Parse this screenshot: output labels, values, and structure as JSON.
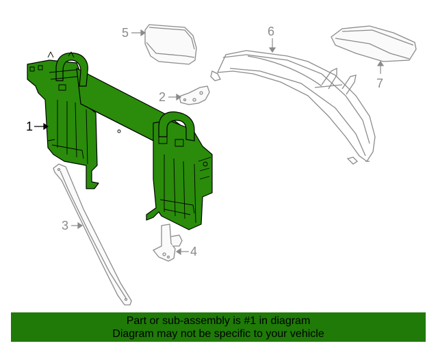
{
  "callouts": [
    {
      "id": "1",
      "label": "1"
    },
    {
      "id": "2",
      "label": "2"
    },
    {
      "id": "3",
      "label": "3"
    },
    {
      "id": "4",
      "label": "4"
    },
    {
      "id": "5",
      "label": "5"
    },
    {
      "id": "6",
      "label": "6"
    },
    {
      "id": "7",
      "label": "7"
    }
  ],
  "highlighted_part": "1",
  "colors": {
    "highlight_fill": "#2a8c0a",
    "highlight_dark": "#1b5e06",
    "outline": "#000000",
    "muted_line": "#8a8a8a",
    "banner_bg": "#1f7a08"
  },
  "banner": {
    "line1": "Part or sub-assembly is #1 in diagram",
    "line2": "Diagram may not be specific to your vehicle"
  }
}
